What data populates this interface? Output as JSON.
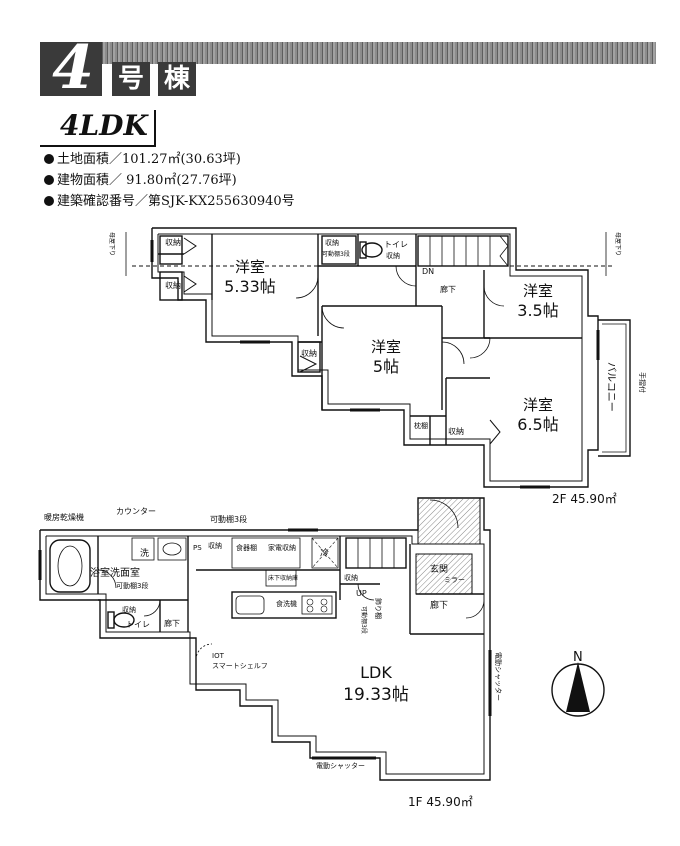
{
  "header": {
    "number": "4",
    "go": "号",
    "mune": "棟",
    "layout_type": "4LDK"
  },
  "details": [
    {
      "label": "土地面積／101.27㎡(30.63坪)"
    },
    {
      "label": "建物面積／ 91.80㎡(27.76坪)"
    },
    {
      "label": "建築確認番号／第SJK-KX255630940号"
    }
  ],
  "floor2": {
    "area_label": "2F 45.90㎡",
    "rooms": [
      {
        "name": "洋室",
        "size": "5.33帖"
      },
      {
        "name": "洋室",
        "size": "3.5帖"
      },
      {
        "name": "洋室",
        "size": "5帖"
      },
      {
        "name": "洋室",
        "size": "6.5帖"
      }
    ],
    "labels": {
      "storage": "収納",
      "toilet": "トイレ",
      "corridor": "廊下",
      "down": "DN",
      "balcony": "バルコニー",
      "handrail": "手摺付",
      "shelf": "可動棚3段",
      "pillar_storage": "枕棚",
      "eave_left": "母屋下り",
      "eave_right": "母屋下り"
    }
  },
  "floor1": {
    "area_label": "1F 45.90㎡",
    "rooms": [
      {
        "name": "LDK",
        "size": "19.33帖"
      }
    ],
    "labels": {
      "dryer": "暖房乾燥機",
      "counter": "カウンター",
      "shelf": "可動棚3段",
      "bath": "浴室",
      "washroom": "洗面室",
      "wash": "洗",
      "storage": "収納",
      "toilet": "トイレ",
      "corridor": "廊下",
      "pantry": "食器棚",
      "appliance": "家電収納",
      "underfloor": "床下収納庫",
      "fridge": "冷",
      "dishwasher": "食洗機",
      "iot": "IOT",
      "smart_shelf": "スマートシェルフ",
      "up": "UP",
      "deco_shelf": "飾り棚",
      "entrance": "玄関",
      "mirror": "ミラー",
      "shutter": "電動シャッター",
      "ps": "PS"
    }
  },
  "compass": {
    "label": "N"
  }
}
